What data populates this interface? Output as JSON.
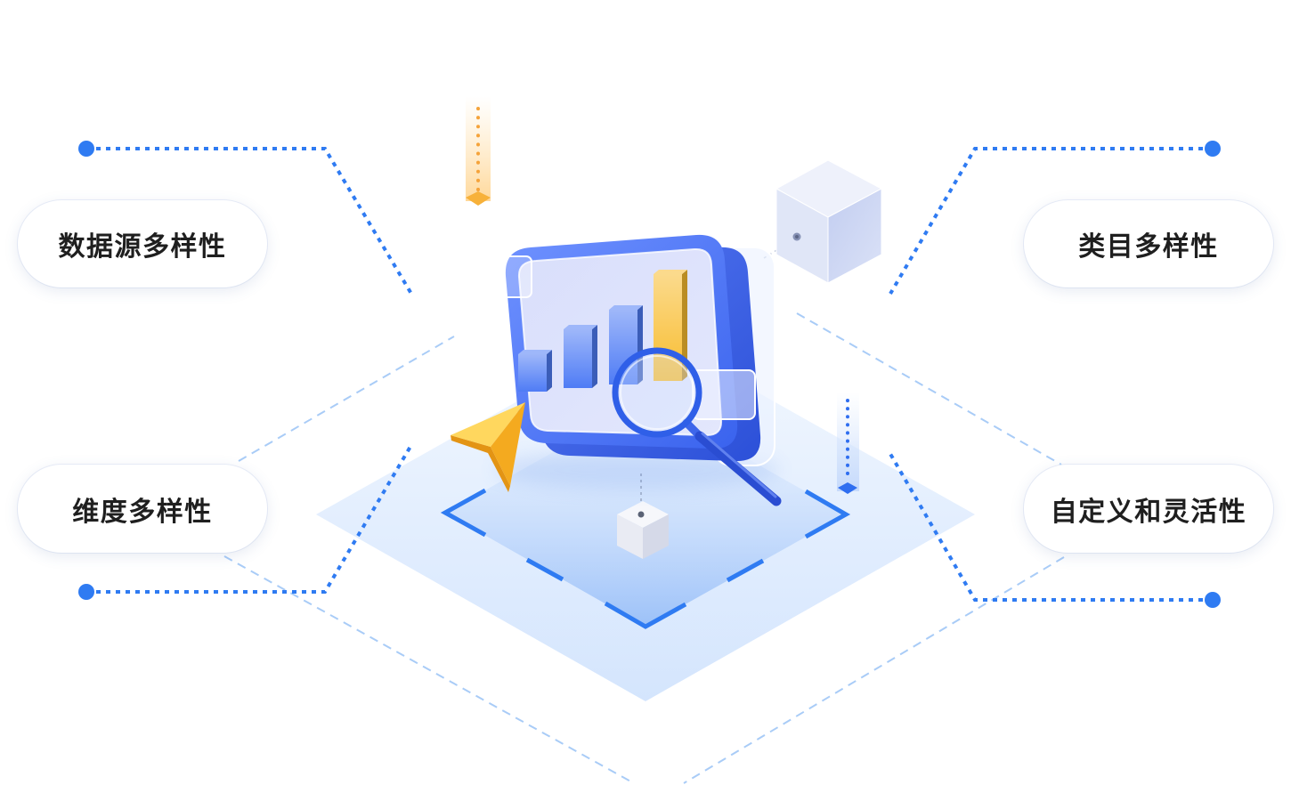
{
  "features": {
    "top_left": {
      "label": "数据源多样性"
    },
    "bottom_left": {
      "label": "维度多样性"
    },
    "top_right": {
      "label": "类目多样性"
    },
    "bottom_right": {
      "label": "自定义和灵活性"
    }
  },
  "colors": {
    "background": "#ffffff",
    "label_text": "#1f1f1f",
    "pill_background": "#ffffff",
    "connector": "#2f7bf2",
    "connector_light": "#a9ccf7",
    "panel_blue": "#4169ef",
    "bar_blue": "#4f7cf5",
    "highlight_yellow": "#f8bc2e"
  },
  "illustration": {
    "icons": {
      "chart_panel": "bar-chart-panel-icon",
      "magnifier": "magnifier-icon",
      "cursor": "cursor-arrow-icon",
      "cube": "cube-icon"
    },
    "chart_bars": [
      {
        "level": 0.35,
        "color": "#4f7cf5"
      },
      {
        "level": 0.55,
        "color": "#4f7cf5"
      },
      {
        "level": 0.7,
        "color": "#4f7cf5"
      },
      {
        "level": 1.0,
        "color": "#f8bc2e"
      }
    ]
  }
}
